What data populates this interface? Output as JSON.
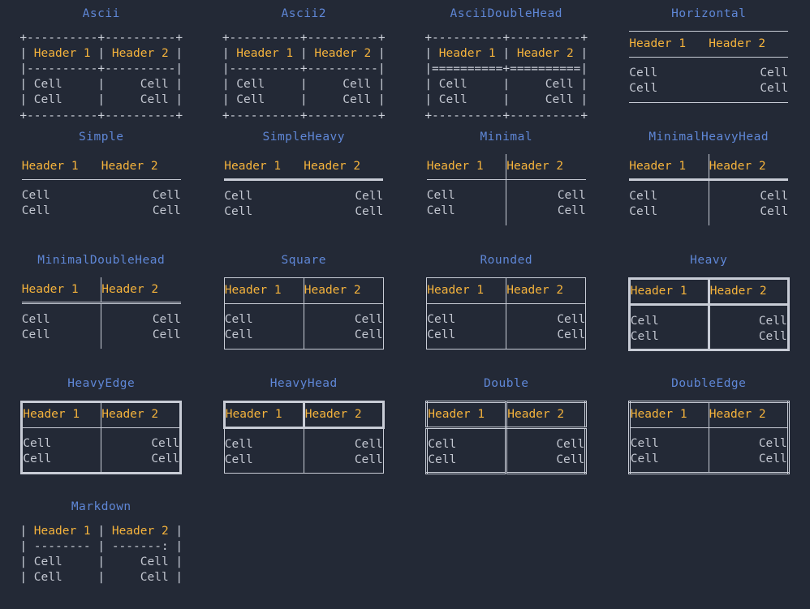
{
  "palette": {
    "background": "#232936",
    "title": "#5f87d7",
    "header_text": "#f5b33c",
    "cell_text": "#c3c7d1",
    "line": "#c8ccd6"
  },
  "common": {
    "header1": "Header 1",
    "header2": "Header 2",
    "cell": "Cell"
  },
  "tables": [
    {
      "title": "Ascii",
      "render": "ascii",
      "lines": [
        {
          "segs": [
            {
              "t": "+----------+----------+",
              "c": "rule"
            }
          ]
        },
        {
          "segs": [
            {
              "t": "| ",
              "c": "rule"
            },
            {
              "t": "Header 1",
              "c": "hdr"
            },
            {
              "t": " | ",
              "c": "rule"
            },
            {
              "t": "Header 2",
              "c": "hdr"
            },
            {
              "t": " |",
              "c": "rule"
            }
          ]
        },
        {
          "segs": [
            {
              "t": "|----------+----------|",
              "c": "rule"
            }
          ]
        },
        {
          "segs": [
            {
              "t": "| ",
              "c": "rule"
            },
            {
              "t": "Cell    ",
              "c": "cel"
            },
            {
              "t": " | ",
              "c": "rule"
            },
            {
              "t": "    Cell",
              "c": "cel"
            },
            {
              "t": " |",
              "c": "rule"
            }
          ]
        },
        {
          "segs": [
            {
              "t": "| ",
              "c": "rule"
            },
            {
              "t": "Cell    ",
              "c": "cel"
            },
            {
              "t": " | ",
              "c": "rule"
            },
            {
              "t": "    Cell",
              "c": "cel"
            },
            {
              "t": " |",
              "c": "rule"
            }
          ]
        },
        {
          "segs": [
            {
              "t": "+----------+----------+",
              "c": "rule"
            }
          ]
        }
      ]
    },
    {
      "title": "Ascii2",
      "render": "ascii",
      "lines": [
        {
          "segs": [
            {
              "t": "+----------+----------+",
              "c": "rule"
            }
          ]
        },
        {
          "segs": [
            {
              "t": "| ",
              "c": "rule"
            },
            {
              "t": "Header 1",
              "c": "hdr"
            },
            {
              "t": " | ",
              "c": "rule"
            },
            {
              "t": "Header 2",
              "c": "hdr"
            },
            {
              "t": " |",
              "c": "rule"
            }
          ]
        },
        {
          "segs": [
            {
              "t": "|----------+----------|",
              "c": "rule"
            }
          ]
        },
        {
          "segs": [
            {
              "t": "| ",
              "c": "rule"
            },
            {
              "t": "Cell    ",
              "c": "cel"
            },
            {
              "t": " | ",
              "c": "rule"
            },
            {
              "t": "    Cell",
              "c": "cel"
            },
            {
              "t": " |",
              "c": "rule"
            }
          ]
        },
        {
          "segs": [
            {
              "t": "| ",
              "c": "rule"
            },
            {
              "t": "Cell    ",
              "c": "cel"
            },
            {
              "t": " | ",
              "c": "rule"
            },
            {
              "t": "    Cell",
              "c": "cel"
            },
            {
              "t": " |",
              "c": "rule"
            }
          ]
        },
        {
          "segs": [
            {
              "t": "+----------+----------+",
              "c": "rule"
            }
          ]
        }
      ]
    },
    {
      "title": "AsciiDoubleHead",
      "render": "ascii",
      "lines": [
        {
          "segs": [
            {
              "t": "+----------+----------+",
              "c": "rule"
            }
          ]
        },
        {
          "segs": [
            {
              "t": "| ",
              "c": "rule"
            },
            {
              "t": "Header 1",
              "c": "hdr"
            },
            {
              "t": " | ",
              "c": "rule"
            },
            {
              "t": "Header 2",
              "c": "hdr"
            },
            {
              "t": " |",
              "c": "rule"
            }
          ]
        },
        {
          "segs": [
            {
              "t": "|==========+==========|",
              "c": "rule"
            }
          ]
        },
        {
          "segs": [
            {
              "t": "| ",
              "c": "rule"
            },
            {
              "t": "Cell    ",
              "c": "cel"
            },
            {
              "t": " | ",
              "c": "rule"
            },
            {
              "t": "    Cell",
              "c": "cel"
            },
            {
              "t": " |",
              "c": "rule"
            }
          ]
        },
        {
          "segs": [
            {
              "t": "| ",
              "c": "rule"
            },
            {
              "t": "Cell    ",
              "c": "cel"
            },
            {
              "t": " | ",
              "c": "rule"
            },
            {
              "t": "    Cell",
              "c": "cel"
            },
            {
              "t": " |",
              "c": "rule"
            }
          ]
        },
        {
          "segs": [
            {
              "t": "+----------+----------+",
              "c": "rule"
            }
          ]
        }
      ]
    },
    {
      "title": "Horizontal",
      "render": "box",
      "style": "st-horizontal"
    },
    {
      "title": "Simple",
      "render": "box",
      "style": "st-simple"
    },
    {
      "title": "SimpleHeavy",
      "render": "box",
      "style": "st-simpleheavy"
    },
    {
      "title": "Minimal",
      "render": "box",
      "style": "st-minimal"
    },
    {
      "title": "MinimalHeavyHead",
      "render": "box",
      "style": "st-minimalheavyhead"
    },
    {
      "title": "MinimalDoubleHead",
      "render": "box",
      "style": "st-minimaldoublehead"
    },
    {
      "title": "Square",
      "render": "box",
      "style": "st-square"
    },
    {
      "title": "Rounded",
      "render": "box",
      "style": "st-rounded"
    },
    {
      "title": "Heavy",
      "render": "box",
      "style": "st-heavy"
    },
    {
      "title": "HeavyEdge",
      "render": "box",
      "style": "st-heavyedge"
    },
    {
      "title": "HeavyHead",
      "render": "box",
      "style": "st-heavyhead"
    },
    {
      "title": "Double",
      "render": "box",
      "style": "st-double"
    },
    {
      "title": "DoubleEdge",
      "render": "box",
      "style": "st-doubleedge"
    },
    {
      "title": "Markdown",
      "render": "ascii",
      "lines": [
        {
          "segs": [
            {
              "t": "| ",
              "c": "rule"
            },
            {
              "t": "Header 1",
              "c": "hdr"
            },
            {
              "t": " | ",
              "c": "rule"
            },
            {
              "t": "Header 2",
              "c": "hdr"
            },
            {
              "t": " |",
              "c": "rule"
            }
          ]
        },
        {
          "segs": [
            {
              "t": "| -------- | -------: |",
              "c": "rule"
            }
          ]
        },
        {
          "segs": [
            {
              "t": "| ",
              "c": "rule"
            },
            {
              "t": "Cell    ",
              "c": "cel"
            },
            {
              "t": " | ",
              "c": "rule"
            },
            {
              "t": "    Cell",
              "c": "cel"
            },
            {
              "t": " |",
              "c": "rule"
            }
          ]
        },
        {
          "segs": [
            {
              "t": "| ",
              "c": "rule"
            },
            {
              "t": "Cell    ",
              "c": "cel"
            },
            {
              "t": " | ",
              "c": "rule"
            },
            {
              "t": "    Cell",
              "c": "cel"
            },
            {
              "t": " |",
              "c": "rule"
            }
          ]
        }
      ]
    }
  ]
}
